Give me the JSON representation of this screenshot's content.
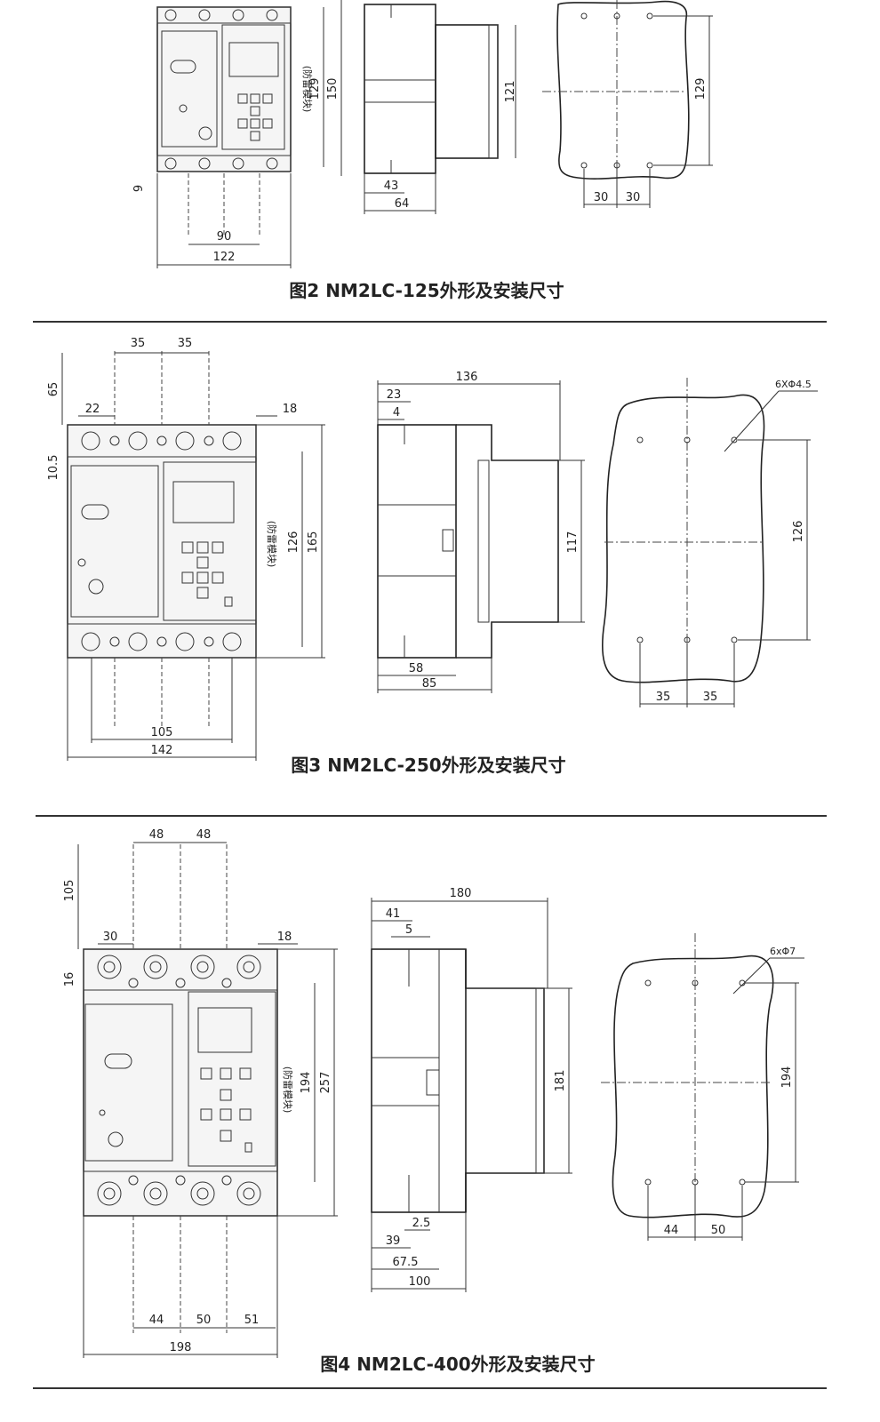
{
  "figures": [
    {
      "caption": "图2 NM2LC-125外形及安装尺寸",
      "module_label": "(防雷模块)",
      "front": {
        "d9": "9",
        "d90": "90",
        "d122": "122",
        "d129": "129",
        "d150": "150"
      },
      "side": {
        "d121": "121",
        "d43": "43",
        "d64": "64"
      },
      "mount": {
        "d129": "129",
        "d30a": "30",
        "d30b": "30"
      }
    },
    {
      "caption": "图3 NM2LC-250外形及安装尺寸",
      "module_label": "(防雷模块)",
      "front": {
        "d35a": "35",
        "d35b": "35",
        "d65": "65",
        "d22": "22",
        "d18": "18",
        "d10_5": "10.5",
        "d126": "126",
        "d165": "165",
        "d105": "105",
        "d142": "142"
      },
      "side": {
        "d136": "136",
        "d23": "23",
        "d4": "4",
        "d117": "117",
        "d58": "58",
        "d85": "85"
      },
      "mount": {
        "holes": "6XΦ4.5",
        "d126": "126",
        "d35a": "35",
        "d35b": "35"
      }
    },
    {
      "caption": "图4 NM2LC-400外形及安装尺寸",
      "module_label": "(防雷模块)",
      "front": {
        "d48a": "48",
        "d48b": "48",
        "d105": "105",
        "d30": "30",
        "d18": "18",
        "d16": "16",
        "d194": "194",
        "d257": "257",
        "d44": "44",
        "d50": "50",
        "d51": "51",
        "d198": "198"
      },
      "side": {
        "d180": "180",
        "d41": "41",
        "d5": "5",
        "d181": "181",
        "d2_5": "2.5",
        "d39": "39",
        "d67_5": "67.5",
        "d100": "100"
      },
      "mount": {
        "holes": "6xΦ7",
        "d194": "194",
        "d44": "44",
        "d50": "50"
      }
    }
  ],
  "colors": {
    "line": "#222222",
    "background": "#ffffff"
  }
}
